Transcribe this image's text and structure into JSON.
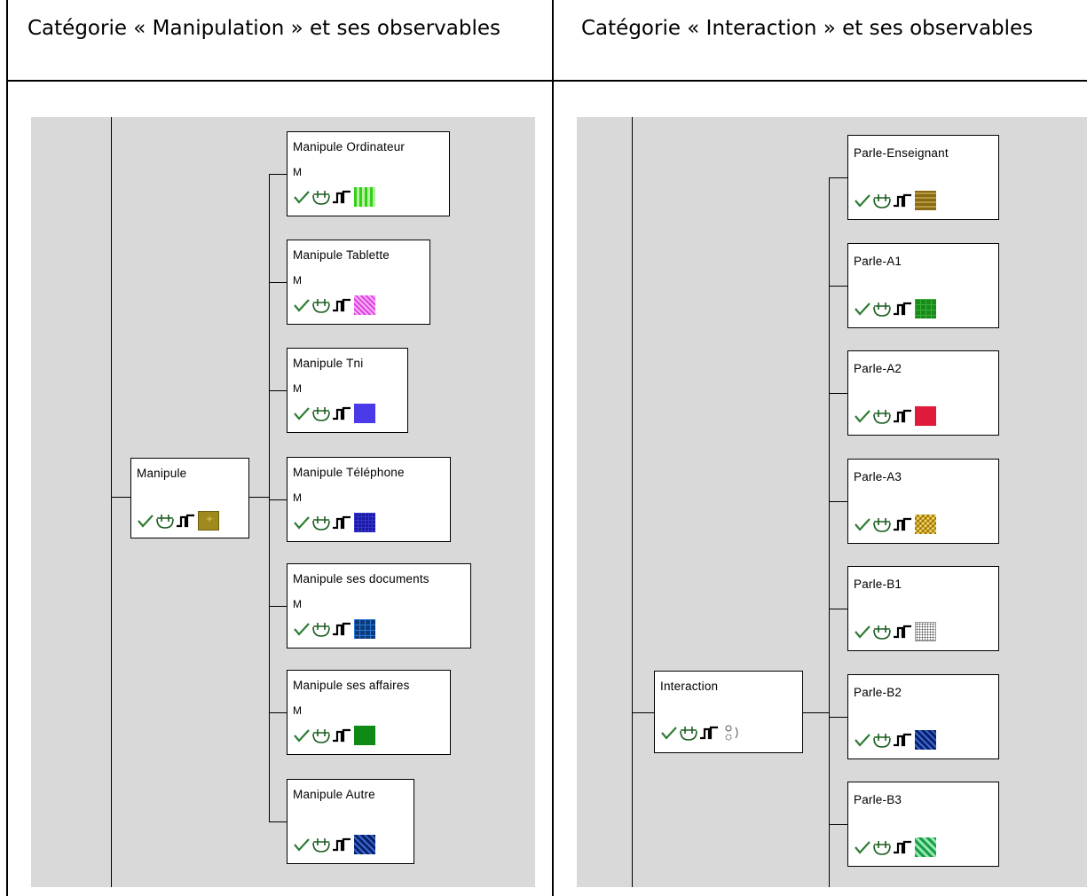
{
  "table": {
    "headers": [
      "Catégorie « Manipulation » et ses observables",
      "Catégorie « Interaction » et ses observables"
    ]
  },
  "left_panel": {
    "parent": {
      "label": "Manipule",
      "swatch": "olive-plus"
    },
    "children": [
      {
        "label": "Manipule Ordinateur",
        "tag": "M",
        "swatch": "green-stripes"
      },
      {
        "label": "Manipule Tablette",
        "tag": "M",
        "swatch": "magenta-diag"
      },
      {
        "label": "Manipule Tni",
        "tag": "M",
        "swatch": "blue-cross"
      },
      {
        "label": "Manipule Téléphone",
        "tag": "M",
        "swatch": "navy-grid"
      },
      {
        "label": "Manipule ses documents",
        "tag": "M",
        "swatch": "blue-grid"
      },
      {
        "label": "Manipule ses affaires",
        "tag": "M",
        "swatch": "green"
      },
      {
        "label": "Manipule Autre",
        "tag": "",
        "swatch": "navy-diag"
      }
    ]
  },
  "right_panel": {
    "parent": {
      "label": "Interaction",
      "swatch": "circles"
    },
    "children": [
      {
        "label": "Parle-Enseignant",
        "swatch": "olive-hstripes"
      },
      {
        "label": "Parle-A1",
        "swatch": "green-grid"
      },
      {
        "label": "Parle-A2",
        "swatch": "red"
      },
      {
        "label": "Parle-A3",
        "swatch": "yellow-check"
      },
      {
        "label": "Parle-B1",
        "swatch": "dots"
      },
      {
        "label": "Parle-B2",
        "swatch": "navy-diag"
      },
      {
        "label": "Parle-B3",
        "swatch": "green-diag"
      }
    ]
  },
  "colors": {
    "panel_bg": "#d9d9d9",
    "check": "#2e7d32"
  }
}
